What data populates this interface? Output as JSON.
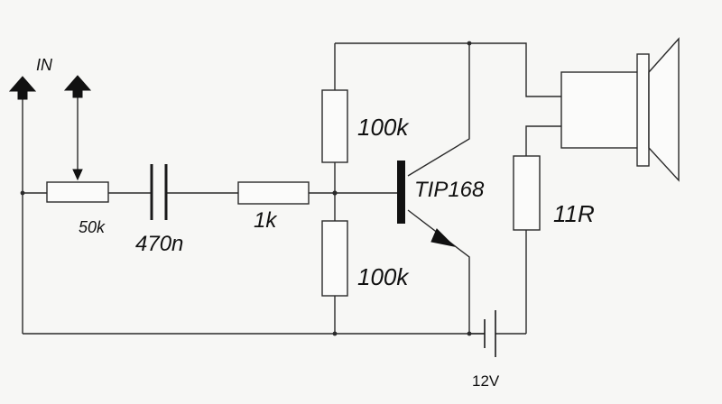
{
  "labels": {
    "input": "IN",
    "pot": "50k",
    "capacitor": "470n",
    "resistor_series": "1k",
    "bias_top": "100k",
    "bias_bottom": "100k",
    "transistor": "TIP168",
    "load_resistor": "11R",
    "battery": "12V"
  }
}
